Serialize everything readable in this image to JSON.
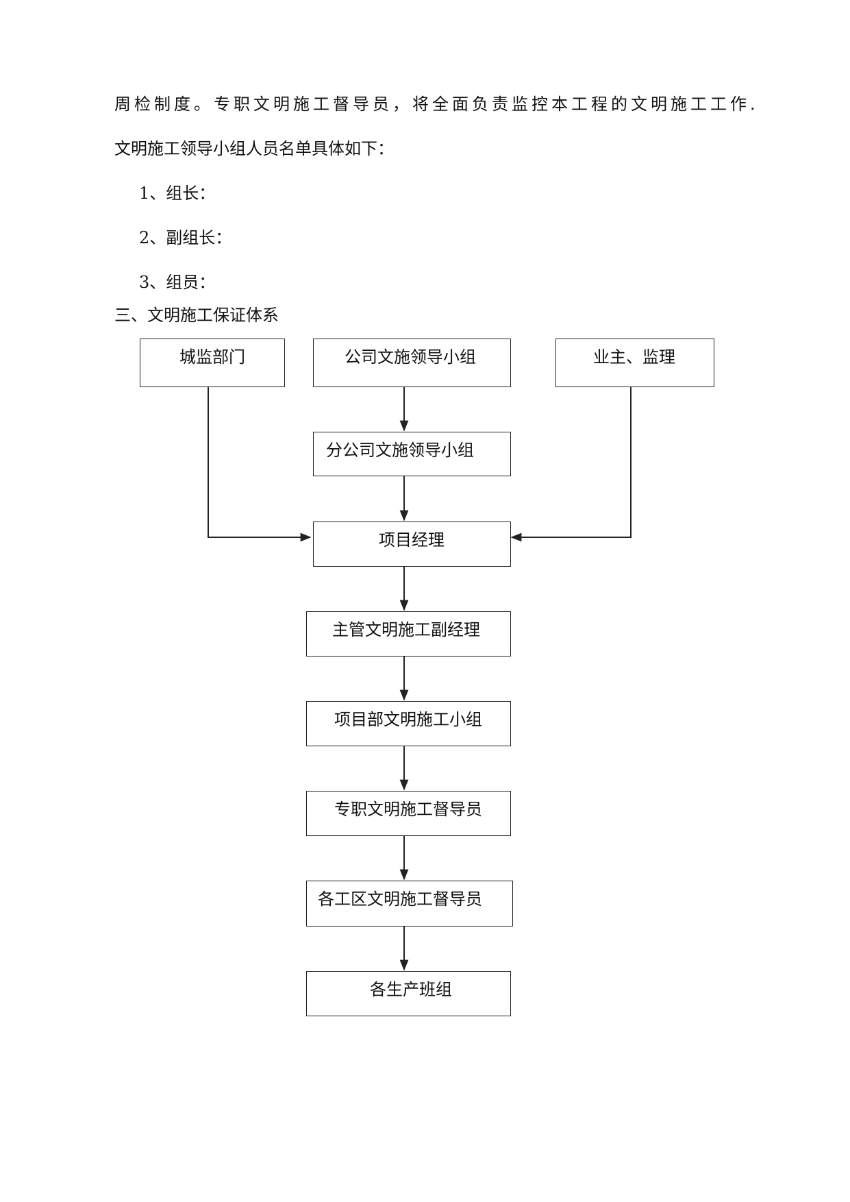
{
  "paragraphs": {
    "line1": "周检制度。专职文明施工督导员，将全面负责监控本工程的文明施工工作.",
    "line2": "文明施工领导小组人员名单具体如下："
  },
  "members": [
    "1、组长：",
    "2、副组长：",
    "3、组员："
  ],
  "section_heading": "三、文明施工保证体系",
  "flowchart": {
    "nodes": {
      "city_supervision": "城监部门",
      "company_group": "公司文施领导小组",
      "owner_supervisor": "业主、监理",
      "branch_group": "分公司文施领导小组",
      "project_manager": "项目经理",
      "deputy_manager": "主管文明施工副经理",
      "project_group": "项目部文明施工小组",
      "full_time_supervisor": "专职文明施工督导员",
      "zone_supervisors": "各工区文明施工督导员",
      "production_teams": "各生产班组"
    }
  }
}
